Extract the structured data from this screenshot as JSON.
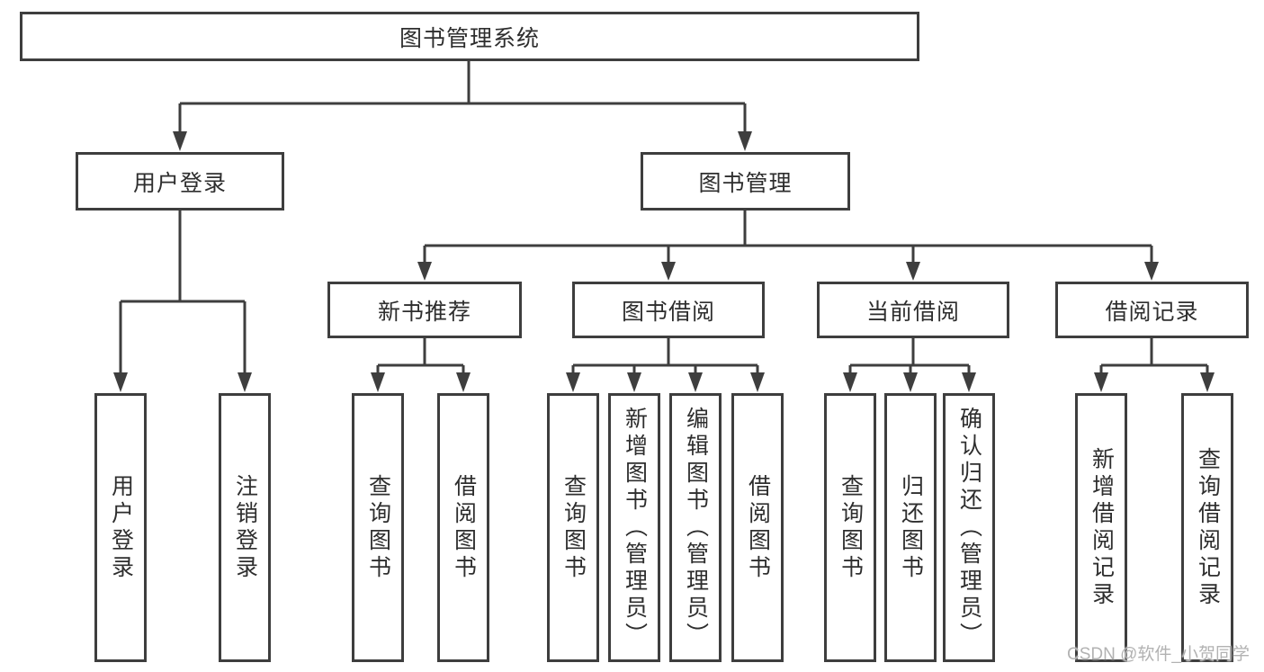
{
  "diagram": {
    "title": "图书管理系统",
    "level2": {
      "user_login": "用户登录",
      "book_management": "图书管理"
    },
    "level3": {
      "new_book_recommend": "新书推荐",
      "book_borrow": "图书借阅",
      "current_borrow": "当前借阅",
      "borrow_records": "借阅记录"
    },
    "leaves": {
      "user_login": [
        "用户登录",
        "注销登录"
      ],
      "new_book_recommend": [
        "查询图书",
        "借阅图书"
      ],
      "book_borrow": [
        "查询图书",
        "新增图书（管理员）",
        "编辑图书（管理员）",
        "借阅图书"
      ],
      "current_borrow": [
        "查询图书",
        "归还图书",
        "确认归还（管理员）"
      ],
      "borrow_records": [
        "新增借阅记录",
        "查询借阅记录"
      ]
    }
  },
  "watermark": {
    "text": "CSDN @软件_小贺同学"
  },
  "colors": {
    "line": "#3e3e3e",
    "text": "#2e2e2e",
    "watermark": "#b2b2b2"
  }
}
